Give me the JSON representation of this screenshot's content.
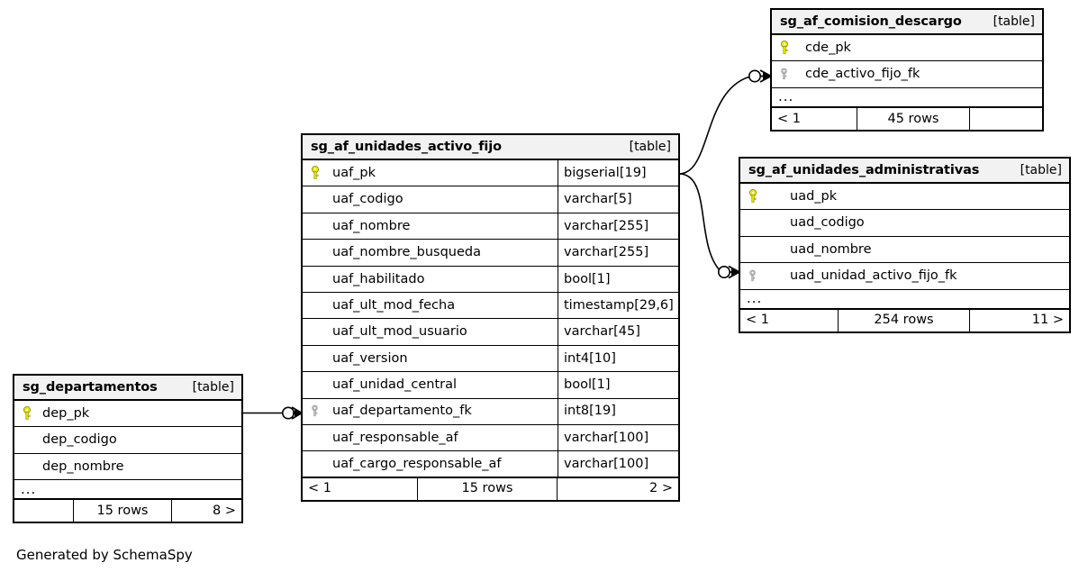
{
  "diagram": {
    "caption": "Generated by SchemaSpy",
    "table_tag": "[table]",
    "ellipsis": "...",
    "colors": {
      "primary_key": "#e8e800",
      "foreign_key": "#b0b0b0",
      "header_background": "#f2f2f2",
      "border": "#000000",
      "background": "#ffffff"
    },
    "icons": {
      "primary_key": "primary-key-icon",
      "foreign_key": "foreign-key-icon"
    }
  },
  "tables": [
    {
      "id": "sg_af_comision_descargo",
      "name": "sg_af_comision_descargo",
      "tag": "[table]",
      "columns": [
        {
          "name": "cde_pk",
          "key": "primary",
          "type": ""
        },
        {
          "name": "cde_activo_fijo_fk",
          "key": "foreign",
          "type": ""
        }
      ],
      "has_ellipsis": true,
      "footer": {
        "prev": "< 1",
        "rows": "45 rows",
        "next": ""
      }
    },
    {
      "id": "sg_af_unidades_administrativas",
      "name": "sg_af_unidades_administrativas",
      "tag": "[table]",
      "columns": [
        {
          "name": "uad_pk",
          "key": "primary",
          "type": ""
        },
        {
          "name": "uad_codigo",
          "key": "none",
          "type": ""
        },
        {
          "name": "uad_nombre",
          "key": "none",
          "type": ""
        },
        {
          "name": "uad_unidad_activo_fijo_fk",
          "key": "foreign",
          "type": ""
        }
      ],
      "has_ellipsis": true,
      "footer": {
        "prev": "< 1",
        "rows": "254 rows",
        "next": "11 >"
      }
    },
    {
      "id": "sg_af_unidades_activo_fijo",
      "name": "sg_af_unidades_activo_fijo",
      "tag": "[table]",
      "columns": [
        {
          "name": "uaf_pk",
          "key": "primary",
          "type": "bigserial[19]"
        },
        {
          "name": "uaf_codigo",
          "key": "none",
          "type": "varchar[5]"
        },
        {
          "name": "uaf_nombre",
          "key": "none",
          "type": "varchar[255]"
        },
        {
          "name": "uaf_nombre_busqueda",
          "key": "none",
          "type": "varchar[255]"
        },
        {
          "name": "uaf_habilitado",
          "key": "none",
          "type": "bool[1]"
        },
        {
          "name": "uaf_ult_mod_fecha",
          "key": "none",
          "type": "timestamp[29,6]"
        },
        {
          "name": "uaf_ult_mod_usuario",
          "key": "none",
          "type": "varchar[45]"
        },
        {
          "name": "uaf_version",
          "key": "none",
          "type": "int4[10]"
        },
        {
          "name": "uaf_unidad_central",
          "key": "none",
          "type": "bool[1]"
        },
        {
          "name": "uaf_departamento_fk",
          "key": "foreign",
          "type": "int8[19]"
        },
        {
          "name": "uaf_responsable_af",
          "key": "none",
          "type": "varchar[100]"
        },
        {
          "name": "uaf_cargo_responsable_af",
          "key": "none",
          "type": "varchar[100]"
        }
      ],
      "has_ellipsis": false,
      "footer": {
        "prev": "< 1",
        "rows": "15 rows",
        "next": "2 >"
      }
    },
    {
      "id": "sg_departamentos",
      "name": "sg_departamentos",
      "tag": "[table]",
      "columns": [
        {
          "name": "dep_pk",
          "key": "primary",
          "type": ""
        },
        {
          "name": "dep_codigo",
          "key": "none",
          "type": ""
        },
        {
          "name": "dep_nombre",
          "key": "none",
          "type": ""
        }
      ],
      "has_ellipsis": true,
      "footer": {
        "prev": "",
        "rows": "15 rows",
        "next": "8 >"
      }
    }
  ],
  "relationships": [
    {
      "id": "uaf-to-cde",
      "from_table": "sg_af_unidades_activo_fijo",
      "from_column": "uaf_pk",
      "to_table": "sg_af_comision_descargo",
      "to_column": "cde_activo_fijo_fk",
      "cardinality": "zero-or-many"
    },
    {
      "id": "uaf-to-uad",
      "from_table": "sg_af_unidades_activo_fijo",
      "from_column": "uaf_pk",
      "to_table": "sg_af_unidades_administrativas",
      "to_column": "uad_unidad_activo_fijo_fk",
      "cardinality": "zero-or-many"
    },
    {
      "id": "dep-to-uaf",
      "from_table": "sg_departamentos",
      "from_column": "dep_pk",
      "to_table": "sg_af_unidades_activo_fijo",
      "to_column": "uaf_departamento_fk",
      "cardinality": "zero-or-many"
    }
  ]
}
